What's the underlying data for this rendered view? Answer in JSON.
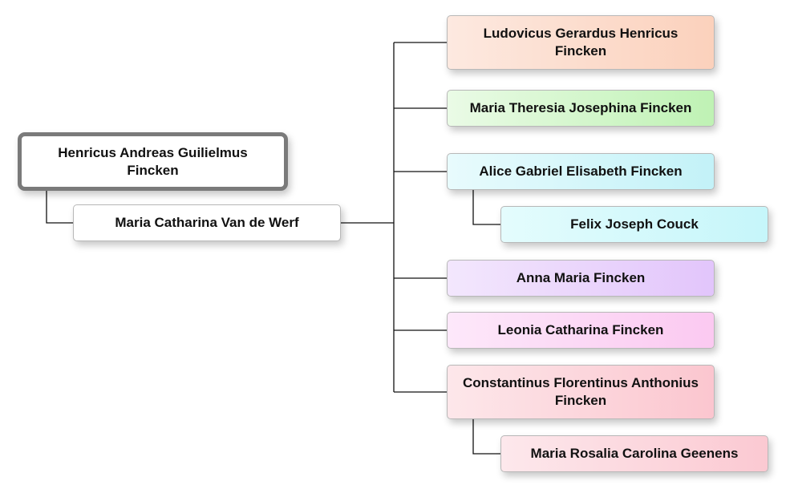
{
  "people": {
    "root": "Henricus Andreas Guilielmus Fincken",
    "spouse": "Maria Catharina Van de Werf",
    "child_1": "Ludovicus Gerardus Henricus Fincken",
    "child_2": "Maria Theresia Josephina Fincken",
    "child_3": "Alice Gabriel Elisabeth Fincken",
    "child_3_spouse": "Felix Joseph Couck",
    "child_4": "Anna Maria Fincken",
    "child_5": "Leonia Catharina Fincken",
    "child_6": "Constantinus Florentinus Anthonius Fincken",
    "child_6_spouse": "Maria Rosalia Carolina Geenens"
  },
  "colors": {
    "connector": "#111111",
    "root_border": "#7a7a7a"
  }
}
